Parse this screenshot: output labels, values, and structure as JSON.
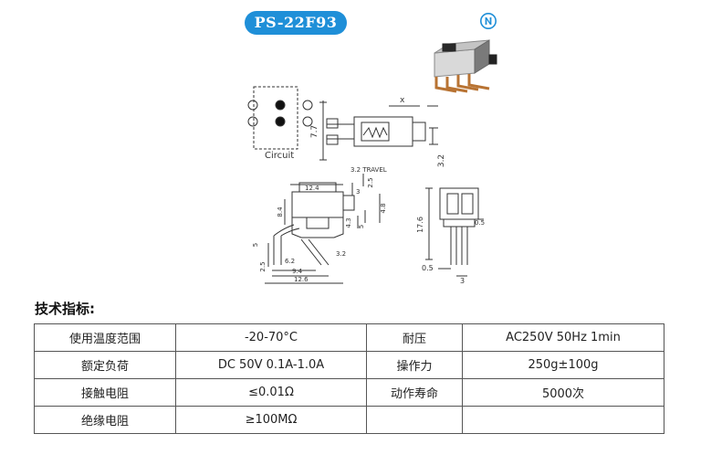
{
  "product": {
    "model": "PS-22F93"
  },
  "drawing": {
    "circuit_label": "Circuit",
    "dims": {
      "d77": "7.7",
      "x": "x",
      "d32a": "3.2",
      "travel": "3.2 TRAVEL",
      "d25a": "2.5",
      "d124": "12.4",
      "d3": "3",
      "d84": "8.4",
      "d43": "4.3",
      "d48": "4.8",
      "d5a": "5",
      "d5b": "5",
      "d32b": "3.2",
      "d62": "6.2",
      "d25b": "2.5",
      "d94": "9.4",
      "d126": "12.6",
      "d176": "17.6",
      "d05a": "0.5",
      "d05b": "0.5",
      "d3b": "3"
    }
  },
  "specs": {
    "heading": "技术指标:",
    "rows": [
      {
        "k1": "使用温度范围",
        "v1": "-20-70°C",
        "k2": "耐压",
        "v2": "AC250V 50Hz 1min"
      },
      {
        "k1": "额定负荷",
        "v1": "DC 50V 0.1A-1.0A",
        "k2": "操作力",
        "v2": "250g±100g"
      },
      {
        "k1": "接触电阻",
        "v1": "≤0.01Ω",
        "k2": "动作寿命",
        "v2": "5000次"
      },
      {
        "k1": "绝缘电阻",
        "v1": "≥100MΩ",
        "k2": "",
        "v2": ""
      }
    ]
  },
  "colors": {
    "badge": "#1f8fd8",
    "logo": "#1f8fd8"
  }
}
